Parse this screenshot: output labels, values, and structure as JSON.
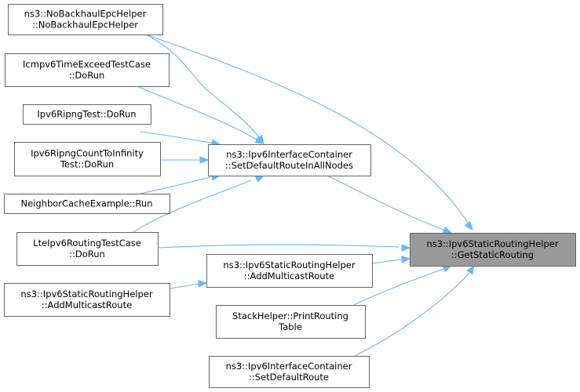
{
  "nodes": [
    {
      "id": "nobackhaul",
      "lines": [
        "ns3::NoBackhaulEpcHelper",
        "::NoBackhaulEpcHelper"
      ]
    },
    {
      "id": "icmpv6",
      "lines": [
        "Icmpv6TimeExceedTestCase",
        "::DoRun"
      ]
    },
    {
      "id": "ripngtest",
      "lines": [
        "Ipv6RipngTest::DoRun"
      ]
    },
    {
      "id": "ripngcount",
      "lines": [
        "Ipv6RipngCountToInfinity",
        "Test::DoRun"
      ]
    },
    {
      "id": "neighbor",
      "lines": [
        "NeighborCacheExample::Run"
      ]
    },
    {
      "id": "lteipv6",
      "lines": [
        "LteIpv6RoutingTestCase",
        "::DoRun"
      ]
    },
    {
      "id": "addmc_left",
      "lines": [
        "ns3::Ipv6StaticRoutingHelper",
        "::AddMulticastRoute"
      ]
    },
    {
      "id": "setdefaultall",
      "lines": [
        "ns3::Ipv6InterfaceContainer",
        "::SetDefaultRouteInAllNodes"
      ]
    },
    {
      "id": "addmc_mid",
      "lines": [
        "ns3::Ipv6StaticRoutingHelper",
        "::AddMulticastRoute"
      ]
    },
    {
      "id": "stackhelper",
      "lines": [
        "StackHelper::PrintRouting",
        "Table"
      ]
    },
    {
      "id": "setdefault",
      "lines": [
        "ns3::Ipv6InterfaceContainer",
        "::SetDefaultRoute"
      ]
    },
    {
      "id": "getstatic",
      "lines": [
        "ns3::Ipv6StaticRoutingHelper",
        "::GetStaticRouting"
      ]
    }
  ],
  "focus_node": "getstatic",
  "edges": [
    {
      "from": "nobackhaul",
      "to": "getstatic"
    },
    {
      "from": "nobackhaul",
      "to": "setdefaultall"
    },
    {
      "from": "icmpv6",
      "to": "setdefaultall"
    },
    {
      "from": "ripngtest",
      "to": "setdefaultall"
    },
    {
      "from": "ripngcount",
      "to": "setdefaultall"
    },
    {
      "from": "neighbor",
      "to": "setdefaultall"
    },
    {
      "from": "lteipv6",
      "to": "setdefaultall"
    },
    {
      "from": "lteipv6",
      "to": "getstatic"
    },
    {
      "from": "setdefaultall",
      "to": "getstatic"
    },
    {
      "from": "addmc_mid",
      "to": "getstatic"
    },
    {
      "from": "addmc_left",
      "to": "addmc_mid"
    },
    {
      "from": "stackhelper",
      "to": "getstatic"
    },
    {
      "from": "setdefault",
      "to": "getstatic"
    }
  ],
  "colors": {
    "edge": "#63b8ff",
    "node_border": "#666666",
    "focus_fill": "#999999"
  }
}
